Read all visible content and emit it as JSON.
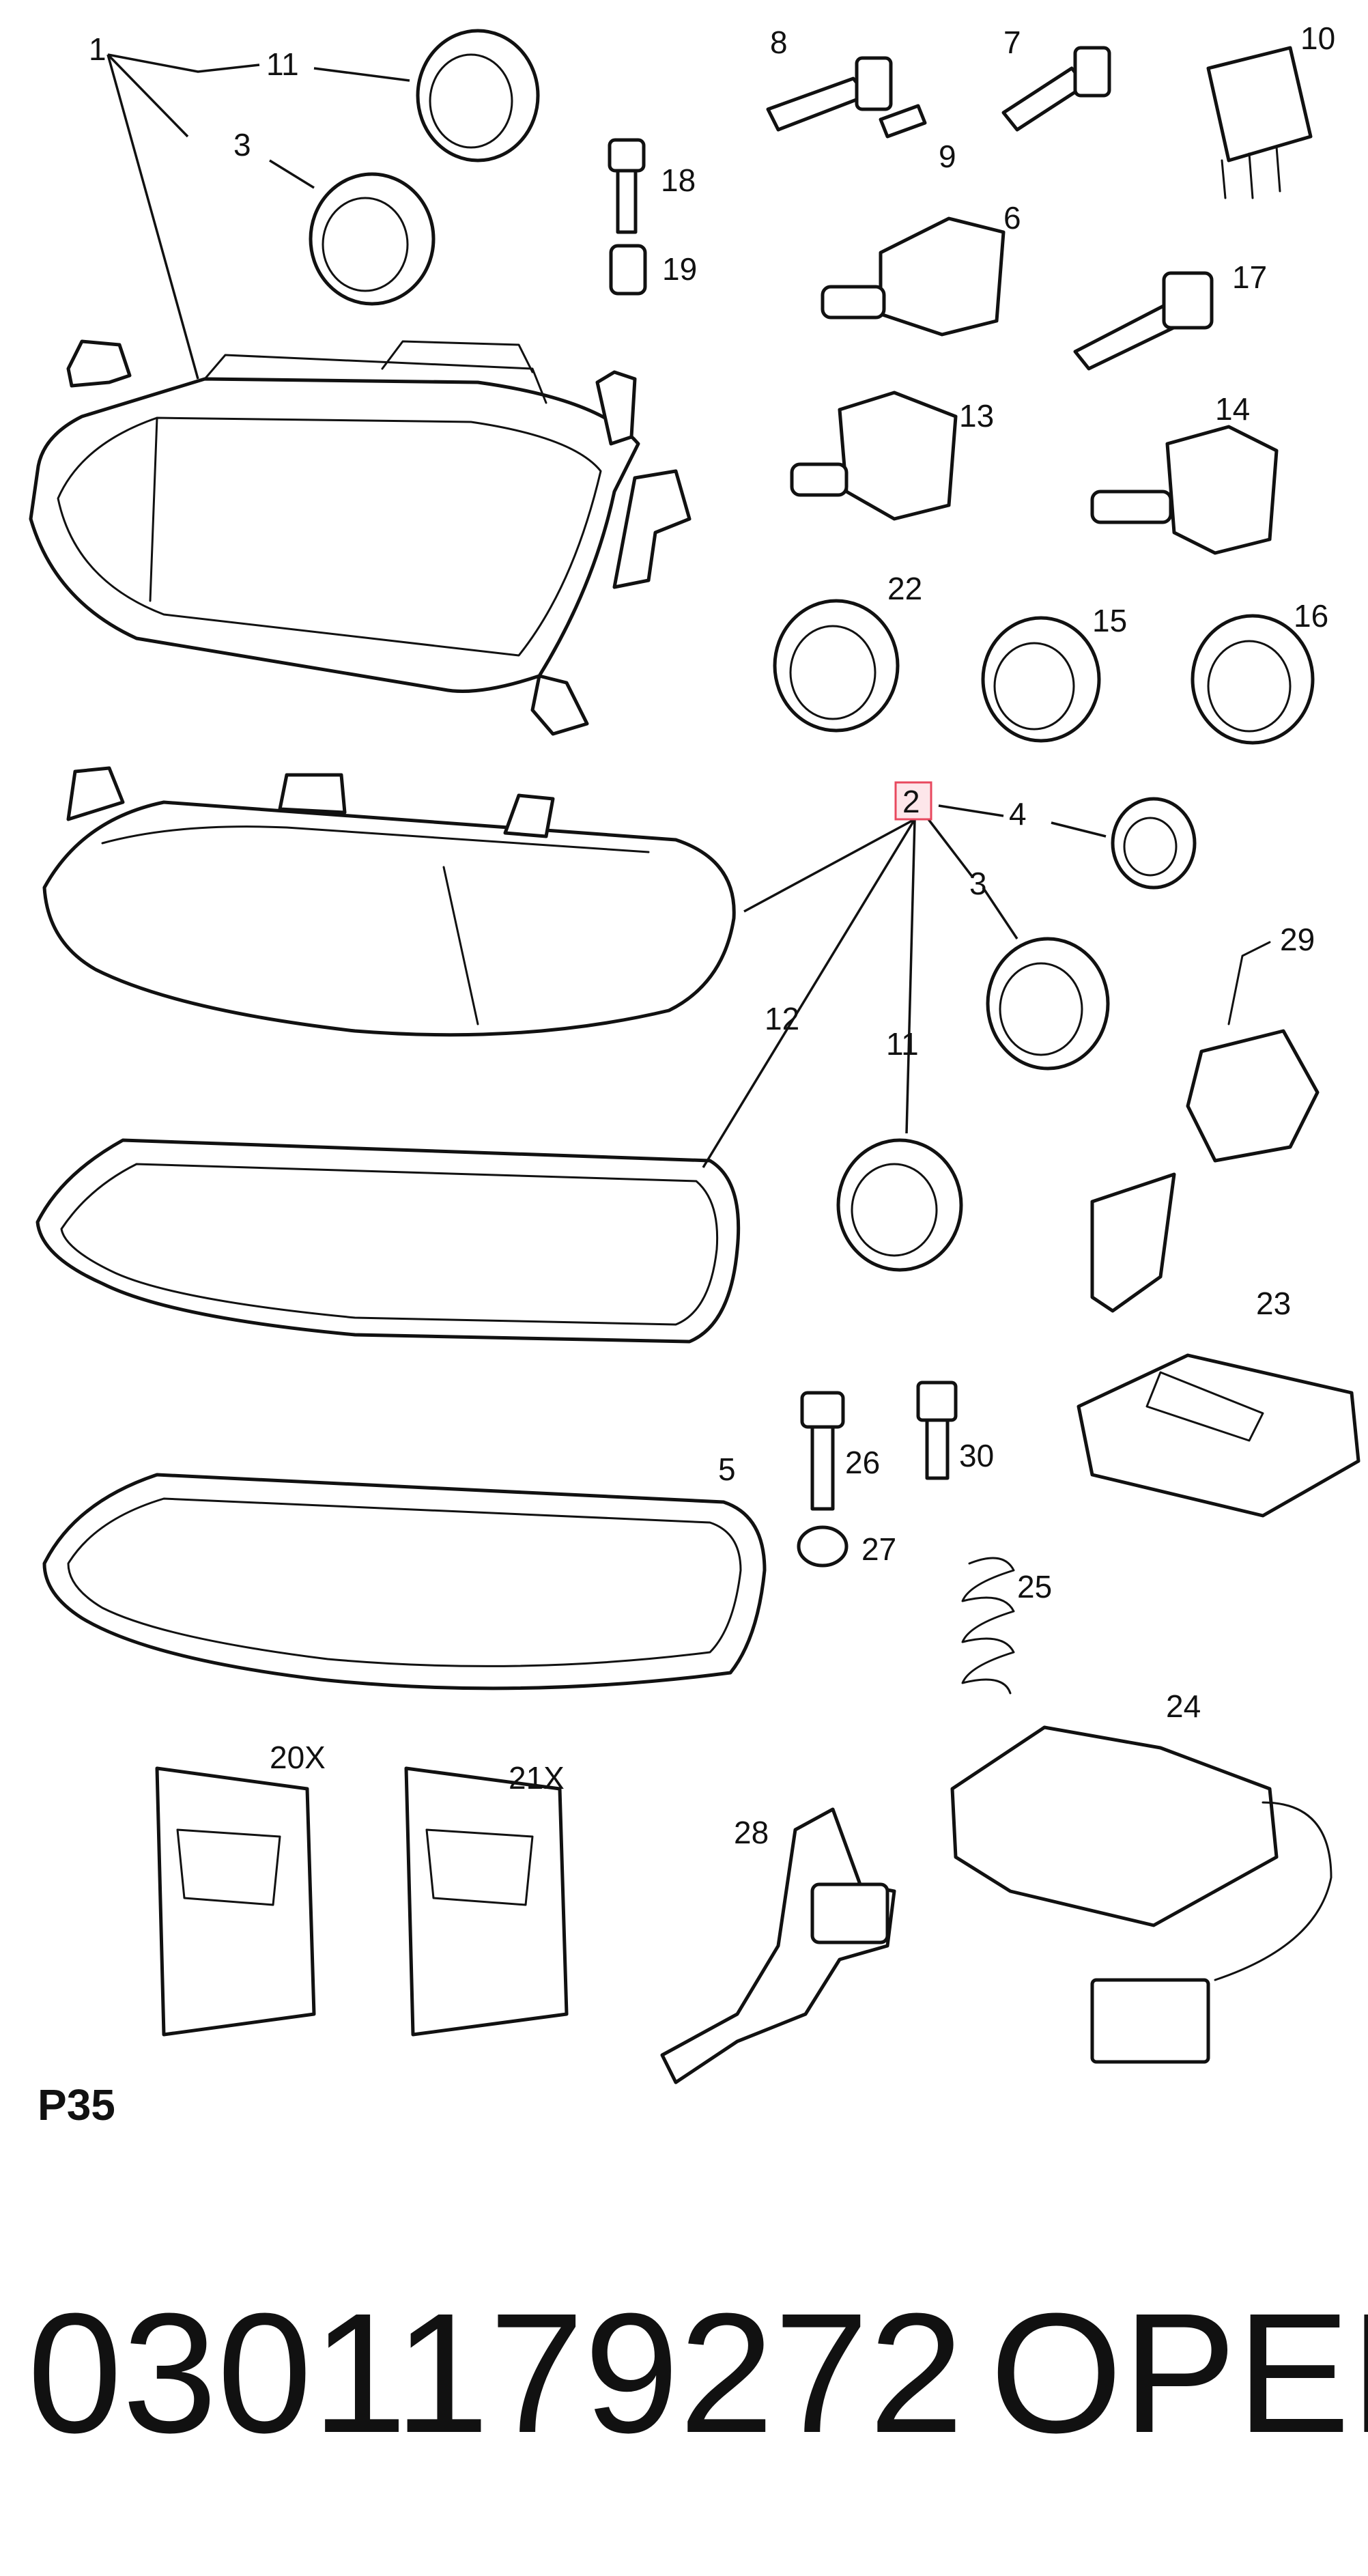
{
  "diagram": {
    "page_code": "P35",
    "part_number": "0301179272",
    "brand": "OPEL",
    "highlight_color": "#e8485e",
    "callouts": [
      {
        "id": "1",
        "label": "1"
      },
      {
        "id": "2",
        "label": "2",
        "highlighted": true
      },
      {
        "id": "3a",
        "label": "3"
      },
      {
        "id": "3b",
        "label": "3"
      },
      {
        "id": "4",
        "label": "4"
      },
      {
        "id": "5",
        "label": "5"
      },
      {
        "id": "6",
        "label": "6"
      },
      {
        "id": "7",
        "label": "7"
      },
      {
        "id": "8",
        "label": "8"
      },
      {
        "id": "9",
        "label": "9"
      },
      {
        "id": "10",
        "label": "10"
      },
      {
        "id": "11a",
        "label": "11"
      },
      {
        "id": "11b",
        "label": "11"
      },
      {
        "id": "12",
        "label": "12"
      },
      {
        "id": "13",
        "label": "13"
      },
      {
        "id": "14",
        "label": "14"
      },
      {
        "id": "15",
        "label": "15"
      },
      {
        "id": "16",
        "label": "16"
      },
      {
        "id": "17",
        "label": "17"
      },
      {
        "id": "18",
        "label": "18"
      },
      {
        "id": "19",
        "label": "19"
      },
      {
        "id": "20X",
        "label": "20X"
      },
      {
        "id": "21X",
        "label": "21X"
      },
      {
        "id": "22",
        "label": "22"
      },
      {
        "id": "23",
        "label": "23"
      },
      {
        "id": "24",
        "label": "24"
      },
      {
        "id": "25",
        "label": "25"
      },
      {
        "id": "26",
        "label": "26"
      },
      {
        "id": "27",
        "label": "27"
      },
      {
        "id": "28",
        "label": "28"
      },
      {
        "id": "29",
        "label": "29"
      },
      {
        "id": "30",
        "label": "30"
      }
    ]
  }
}
